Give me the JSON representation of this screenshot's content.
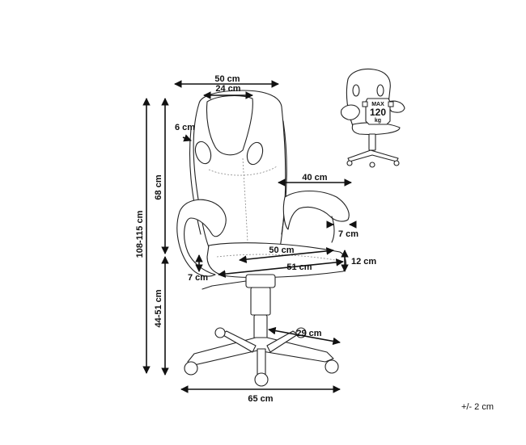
{
  "dimensions": {
    "overall_width": "50 cm",
    "backrest_top_width": "24 cm",
    "headrest_hole": "6 cm",
    "total_height": "108-115 cm",
    "backrest_height": "68 cm",
    "seat_height": "44-51 cm",
    "armrest_length": "40 cm",
    "armrest_width": "7 cm",
    "seat_depth": "50 cm",
    "seat_width": "51 cm",
    "seat_thickness": "12 cm",
    "armrest_pad_height": "7 cm",
    "base_radius": "29 cm",
    "base_width": "65 cm"
  },
  "badge": {
    "line1": "MAX",
    "line2": "120",
    "line3": "kg"
  },
  "tolerance": "+/- 2 cm",
  "colors": {
    "line": "#222222",
    "dimension": "#111111",
    "background": "#ffffff"
  }
}
